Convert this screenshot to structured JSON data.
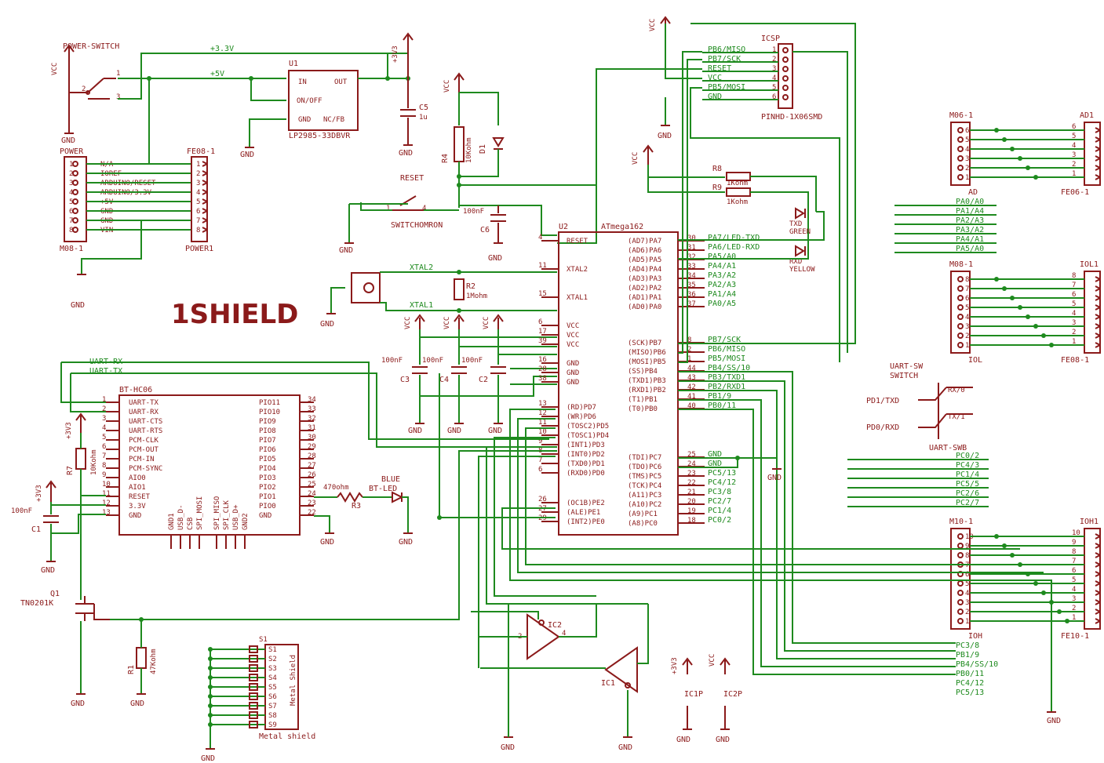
{
  "power": {
    "switch_label": "POWER-SWITCH",
    "rail_33": "+3.3V",
    "rail_5": "+5V",
    "vcc": "VCC",
    "v33": "+3V3",
    "gnd": "GND",
    "u1_ref": "U1",
    "u1_part": "LP2985-33DBVR",
    "u1_pins": [
      "IN",
      "OUT",
      "ON/OFF",
      "GND",
      "NC/FB"
    ],
    "c5_ref": "C5",
    "c5_val": "1u",
    "header_title": "POWER",
    "header_ref": "M08-1",
    "header_pins": [
      "N/A",
      "IOREF",
      "ARDUINO/RESET",
      "ARDUINO/3.3V",
      "+5V",
      "GND",
      "GND",
      "VIN"
    ],
    "fe08_ref": "FE08-1",
    "fe08_name": "POWER1"
  },
  "reset": {
    "r4_ref": "R4",
    "r4_val": "10Kohm",
    "d1_ref": "D1",
    "label": "RESET",
    "switch": "SWITCHOMRON",
    "c6_ref": "C6",
    "c6_val": "100nF"
  },
  "crystal": {
    "xtal2": "XTAL2",
    "xtal1": "XTAL1",
    "r2_ref": "R2",
    "r2_val": "1Mohm",
    "caps": [
      {
        "ref": "C3",
        "val": "100nF"
      },
      {
        "ref": "C4",
        "val": "100nF"
      },
      {
        "ref": "C2",
        "val": "100nF"
      }
    ]
  },
  "logo": "1SHIELD",
  "mcu": {
    "ref": "U2",
    "part": "ATmega162",
    "left_pins": [
      {
        "n": "4",
        "name": "RESET"
      },
      {
        "n": "11",
        "name": "XTAL2"
      },
      {
        "n": "15",
        "name": "XTAL1"
      },
      {
        "n": "6",
        "name": "VCC"
      },
      {
        "n": "17",
        "name": "VCC"
      },
      {
        "n": "39",
        "name": "VCC"
      },
      {
        "n": "16",
        "name": "GND"
      },
      {
        "n": "28",
        "name": "GND"
      },
      {
        "n": "38",
        "name": "GND"
      },
      {
        "n": "13",
        "name": "(RD)PD7"
      },
      {
        "n": "12",
        "name": "(WR)PD6"
      },
      {
        "n": "11",
        "name": "(TOSC2)PD5"
      },
      {
        "n": "10",
        "name": "(TOSC1)PD4"
      },
      {
        "n": "9",
        "name": "(INT1)PD3"
      },
      {
        "n": "8",
        "name": "(INT0)PD2"
      },
      {
        "n": "7",
        "name": "(TXD0)PD1"
      },
      {
        "n": "6",
        "name": "(RXD0)PD0"
      },
      {
        "n": "26",
        "name": "(OC1B)PE2"
      },
      {
        "n": "27",
        "name": "(ALE)PE1"
      },
      {
        "n": "29",
        "name": "(INT2)PE0"
      }
    ],
    "right_pins_a": [
      {
        "n": "30",
        "name": "(AD7)PA7",
        "net": "PA7/LED-TXD"
      },
      {
        "n": "31",
        "name": "(AD6)PA6",
        "net": "PA6/LED-RXD"
      },
      {
        "n": "32",
        "name": "(AD5)PA5",
        "net": "PA5/A0"
      },
      {
        "n": "33",
        "name": "(AD4)PA4",
        "net": "PA4/A1"
      },
      {
        "n": "34",
        "name": "(AD3)PA3",
        "net": "PA3/A2"
      },
      {
        "n": "35",
        "name": "(AD2)PA2",
        "net": "PA2/A3"
      },
      {
        "n": "36",
        "name": "(AD1)PA1",
        "net": "PA1/A4"
      },
      {
        "n": "37",
        "name": "(AD0)PA0",
        "net": "PA0/A5"
      }
    ],
    "right_pins_b": [
      {
        "n": "8",
        "name": "(SCK)PB7",
        "net": "PB7/SCK"
      },
      {
        "n": "2",
        "name": "(MISO)PB6",
        "net": "PB6/MISO"
      },
      {
        "n": "1",
        "name": "(MOSI)PB5",
        "net": "PB5/MOSI"
      },
      {
        "n": "44",
        "name": "(SS)PB4",
        "net": "PB4/SS/10"
      },
      {
        "n": "43",
        "name": "(TXD1)PB3",
        "net": "PB3/TXD1"
      },
      {
        "n": "42",
        "name": "(RXD1)PB2",
        "net": "PB2/RXD1"
      },
      {
        "n": "41",
        "name": "(T1)PB1",
        "net": "PB1/9"
      },
      {
        "n": "40",
        "name": "(T0)PB0",
        "net": "PB0/11"
      }
    ],
    "right_pins_c": [
      {
        "n": "25",
        "name": "(TDI)PC7",
        "net": "GND"
      },
      {
        "n": "24",
        "name": "(TDO)PC6",
        "net": "GND"
      },
      {
        "n": "23",
        "name": "(TMS)PC5",
        "net": "PC5/13"
      },
      {
        "n": "22",
        "name": "(TCK)PC4",
        "net": "PC4/12"
      },
      {
        "n": "21",
        "name": "(A11)PC3",
        "net": "PC3/8"
      },
      {
        "n": "20",
        "name": "(A10)PC2",
        "net": "PC2/7"
      },
      {
        "n": "19",
        "name": "(A9)PC1",
        "net": "PC1/4"
      },
      {
        "n": "18",
        "name": "(A8)PC0",
        "net": "PC0/2"
      }
    ]
  },
  "icsp": {
    "title": "ICSP",
    "part": "PINHD-1X06SMD",
    "pins": [
      "PB6/MISO",
      "PB7/SCK",
      "RESET",
      "VCC",
      "PB5/MOSI",
      "GND"
    ]
  },
  "leds": {
    "r8_ref": "R8",
    "r8_val": "1Kohm",
    "r9_ref": "R9",
    "r9_val": "1Kohm",
    "txd": "TXD",
    "green": "GREEN",
    "rxd": "RXD",
    "yellow": "YELLOW"
  },
  "headers_right": [
    {
      "left_ref": "M06-1",
      "left_name": "AD",
      "right_ref": "AD1",
      "right_name": "FE06-1",
      "pins": [
        "6",
        "5",
        "4",
        "3",
        "2",
        "1"
      ]
    },
    {
      "left_ref": "M08-1",
      "left_name": "IOL",
      "right_ref": "IOL1",
      "right_name": "FE08-1",
      "pins": [
        "8",
        "7",
        "6",
        "5",
        "4",
        "3",
        "2",
        "1"
      ]
    },
    {
      "left_ref": "M10-1",
      "left_name": "IOH",
      "right_ref": "IOH1",
      "right_name": "FE10-1",
      "pins": [
        "10",
        "9",
        "8",
        "7",
        "6",
        "5",
        "4",
        "3",
        "2",
        "1"
      ]
    }
  ],
  "ad_nets": [
    "PA0/A0",
    "PA1/A4",
    "PA2/A3",
    "PA3/A2",
    "PA4/A1",
    "PA5/A0"
  ],
  "uart": {
    "switch_ref": "UART-SW",
    "switch": "SWITCH",
    "swb": "UART-SWB",
    "pd1": "PD1/TXD",
    "pd0": "PD0/RXD",
    "rx0": "RX/0",
    "tx1": "TX/1",
    "rx_net": "UART-RX",
    "tx_net": "UART-TX",
    "iol_nets": [
      "PC0/2",
      "PC4/3",
      "PC1/4",
      "PC5/5",
      "PC2/6",
      "PC2/7"
    ]
  },
  "ioh_nets": [
    "PC3/8",
    "PB1/9",
    "PB4/SS/10",
    "PB0/11",
    "PC4/12",
    "PC5/13"
  ],
  "bt": {
    "ref": "BT-HC06",
    "left_pins": [
      "UART-TX",
      "UART-RX",
      "UART-CTS",
      "UART-RTS",
      "PCM-CLK",
      "PCM-OUT",
      "PCM-IN",
      "PCM-SYNC",
      "AIO0",
      "AIO1",
      "RESET",
      "3.3V",
      "GND"
    ],
    "right_pins": [
      "PIO11",
      "PIO10",
      "PIO9",
      "PIO8",
      "PIO7",
      "PIO6",
      "PIO5",
      "PIO4",
      "PIO3",
      "PIO2",
      "PIO1",
      "PIO0",
      "GND"
    ],
    "bottom_pins": [
      "GND1",
      "USB_D-",
      "CSB",
      "SPI_MOSI",
      "SPI_MISO",
      "SPI_CLK",
      "USB_D+",
      "GND2"
    ],
    "r3_ref": "R3",
    "r3_val": "470ohm",
    "led_label": "BLUE",
    "led_ref": "BT-LED",
    "r7_ref": "R7",
    "r7_val": "10Kohm",
    "c1_ref": "C1",
    "c1_val": "100nF",
    "q1_ref": "Q1",
    "q1_part": "TN0201K",
    "r1_ref": "R1",
    "r1_val": "47Kohm"
  },
  "shield": {
    "ref": "S1",
    "pins": [
      "S1",
      "S2",
      "S3",
      "S4",
      "S5",
      "S6",
      "S7",
      "S8",
      "S9"
    ],
    "body": "Metal Shield",
    "caption": "Metal shield"
  },
  "logic": {
    "ic1": "IC1",
    "ic2": "IC2",
    "ic1p": "IC1P",
    "ic2p": "IC2P"
  }
}
